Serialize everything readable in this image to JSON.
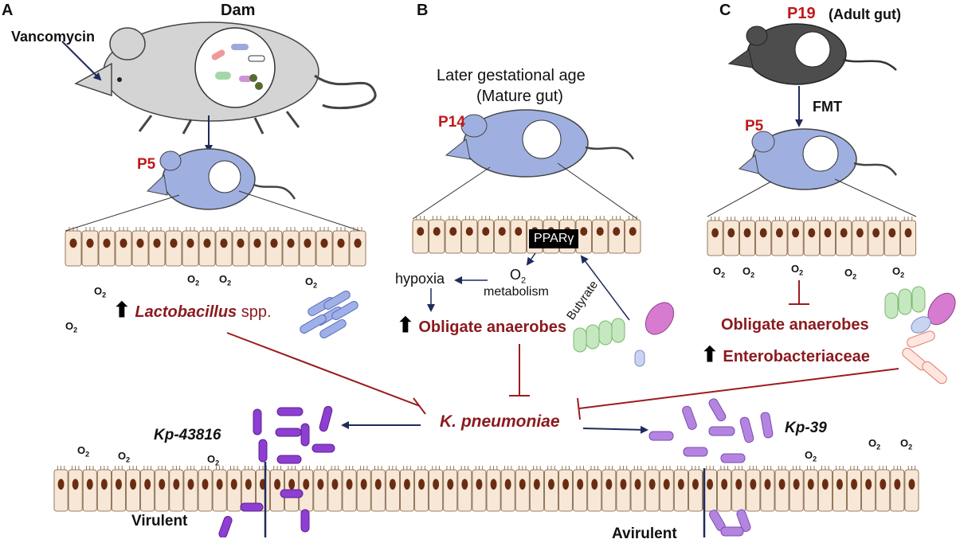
{
  "panels": {
    "a": {
      "letter": "A",
      "dam": "Dam",
      "vancomycin": "Vancomycin",
      "age": "P5",
      "bacteria_genus": "Lactobacillus",
      "bacteria_suffix": " spp.",
      "o2": "O",
      "o2_sub": "2"
    },
    "b": {
      "letter": "B",
      "title_line1": "Later gestational age",
      "title_line2": "(Mature gut)",
      "age": "P14",
      "ppar": "PPARγ",
      "hypoxia": "hypoxia",
      "o2_metabolism_line1": "O",
      "o2_metabolism_sub": "2",
      "o2_metabolism_line2": "metabolism",
      "butyrate": "Butyrate",
      "obligate": "Obligate anaerobes"
    },
    "c": {
      "letter": "C",
      "donor_age": "P19",
      "donor_note": "(Adult gut)",
      "fmt": "FMT",
      "age": "P5",
      "obligate": "Obligate anaerobes",
      "entero": "Enterobacteriaceae"
    },
    "bottom": {
      "kp": "K. pneumoniae",
      "strain_left": "Kp-43816",
      "strain_right": "Kp-39",
      "virulent": "Virulent",
      "avirulent": "Avirulent"
    }
  },
  "colors": {
    "dam_mouse": "#d4d4d4",
    "pup_mouse": "#9fb0e0",
    "donor_mouse": "#4d4d4d",
    "cell_fill": "#f7e7d6",
    "nucleus": "#6b2d12",
    "arrow": "#1f2b5c",
    "inhibit": "#9b1c1f",
    "kp_purple": "#8e3fd1",
    "age_red": "#c0181b"
  }
}
